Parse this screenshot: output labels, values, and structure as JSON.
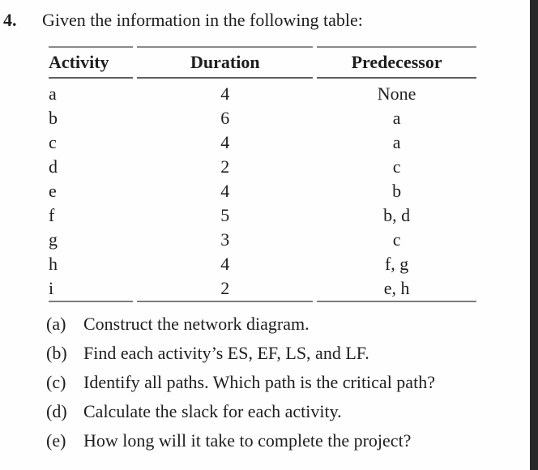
{
  "problem": {
    "number": "4.",
    "intro": "Given the information in the following table:"
  },
  "table": {
    "headers": {
      "activity": "Activity",
      "duration": "Duration",
      "predecessor": "Predecessor"
    },
    "rows": [
      {
        "activity": "a",
        "duration": "4",
        "predecessor": "None"
      },
      {
        "activity": "b",
        "duration": "6",
        "predecessor": "a"
      },
      {
        "activity": "c",
        "duration": "4",
        "predecessor": "a"
      },
      {
        "activity": "d",
        "duration": "2",
        "predecessor": "c"
      },
      {
        "activity": "e",
        "duration": "4",
        "predecessor": "b"
      },
      {
        "activity": "f",
        "duration": "5",
        "predecessor": "b, d"
      },
      {
        "activity": "g",
        "duration": "3",
        "predecessor": "c"
      },
      {
        "activity": "h",
        "duration": "4",
        "predecessor": "f, g"
      },
      {
        "activity": "i",
        "duration": "2",
        "predecessor": "e, h"
      }
    ]
  },
  "questions": [
    {
      "label": "(a)",
      "text": "Construct the network diagram."
    },
    {
      "label": "(b)",
      "text": "Find each activity’s ES, EF, LS, and LF."
    },
    {
      "label": "(c)",
      "text": "Identify all paths. Which path is the critical path?"
    },
    {
      "label": "(d)",
      "text": "Calculate the slack for each activity."
    },
    {
      "label": "(e)",
      "text": "How long will it take to complete the project?"
    }
  ],
  "colors": {
    "text": "#1e1e1e",
    "table_rule": "#7d7d7d",
    "scan_edge_bar": "#282828",
    "background": "#fefefe"
  }
}
